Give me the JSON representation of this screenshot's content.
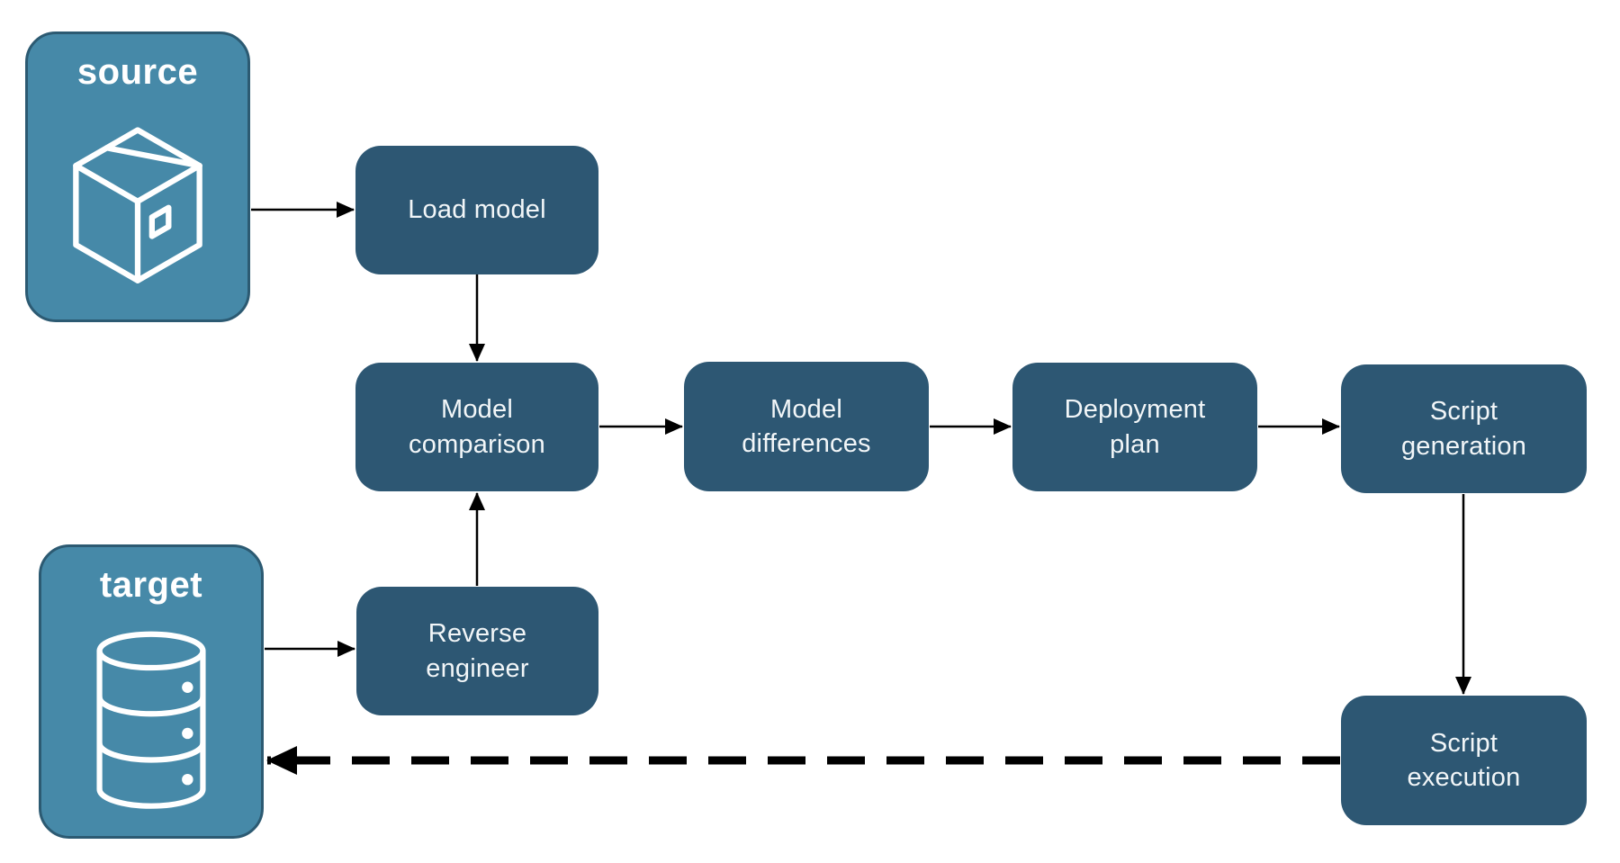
{
  "diagram": {
    "background": "#ffffff",
    "colors": {
      "node_fill": "#2D5773",
      "node_text": "#F2F6F8",
      "endpoint_fill": "#4689A8",
      "endpoint_border": "#2C5A72",
      "endpoint_text": "#FFFFFF",
      "arrow": "#000000"
    },
    "endpoints": {
      "source": {
        "label": "source",
        "icon": "package-icon"
      },
      "target": {
        "label": "target",
        "icon": "database-icon"
      }
    },
    "nodes": {
      "load_model": {
        "label": "Load model"
      },
      "model_comparison": {
        "label": "Model\ncomparison"
      },
      "model_differences": {
        "label": "Model\ndifferences"
      },
      "deployment_plan": {
        "label": "Deployment\nplan"
      },
      "script_generation": {
        "label": "Script\ngeneration"
      },
      "reverse_engineer": {
        "label": "Reverse\nengineer"
      },
      "script_execution": {
        "label": "Script\nexecution"
      }
    },
    "edges": [
      {
        "from": "source",
        "to": "load_model",
        "style": "solid"
      },
      {
        "from": "load_model",
        "to": "model_comparison",
        "style": "solid"
      },
      {
        "from": "target",
        "to": "reverse_engineer",
        "style": "solid"
      },
      {
        "from": "reverse_engineer",
        "to": "model_comparison",
        "style": "solid"
      },
      {
        "from": "model_comparison",
        "to": "model_differences",
        "style": "solid"
      },
      {
        "from": "model_differences",
        "to": "deployment_plan",
        "style": "solid"
      },
      {
        "from": "deployment_plan",
        "to": "script_generation",
        "style": "solid"
      },
      {
        "from": "script_generation",
        "to": "script_execution",
        "style": "solid"
      },
      {
        "from": "script_execution",
        "to": "target",
        "style": "dashed"
      }
    ]
  }
}
